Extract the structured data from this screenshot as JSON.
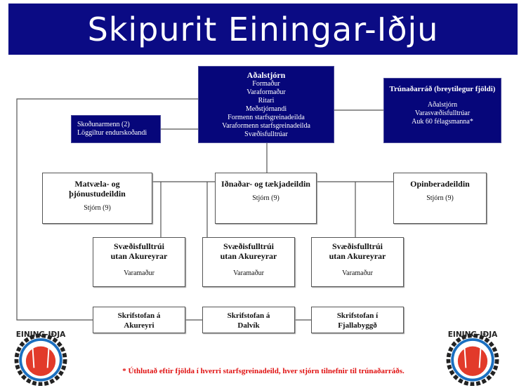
{
  "title": "Skipurit Einingar-Iðju",
  "adalstjorn": {
    "title": "Aðalstjórn",
    "items": [
      "Formaður",
      "Varaformaður",
      "Ritari",
      "Meðstjórnandi",
      "Formenn starfsgreinadeilda",
      "Varaformenn starfsgreinadeilda",
      "Svæðisfulltrúar"
    ]
  },
  "trunadarrad": {
    "title": "Trúnaðarráð (breytilegur fjöldi)",
    "items": [
      "Aðalstjórn",
      "Varasvæðisfulltrúar",
      "Auk 60 félagsmanna*"
    ]
  },
  "skodun": {
    "items": [
      "Skoðunarmenn (2)",
      "Löggiltur endurskoðandi"
    ]
  },
  "deildir": [
    {
      "title1": "Matvæla- og",
      "title2": "þjónustudeildin",
      "sub": "Stjórn (9)"
    },
    {
      "title1": "Iðnaðar- og tækjadeildin",
      "sub": "Stjórn (9)"
    },
    {
      "title1": "Opinberadeildin",
      "sub": "Stjórn (9)"
    }
  ],
  "svaedis": [
    {
      "title1": "Svæðisfulltrúi",
      "title2": "utan Akureyrar",
      "sub": "Varamaður"
    },
    {
      "title1": "Svæðisfulltrúi",
      "title2": "utan Akureyrar",
      "sub": "Varamaður"
    },
    {
      "title1": "Svæðisfulltrúi",
      "title2": "utan Akureyrar",
      "sub": "Varamaður"
    }
  ],
  "skrifstofur": [
    {
      "l1": "Skrifstofan á",
      "l2": "Akureyri"
    },
    {
      "l1": "Skrifstofan á",
      "l2": "Dalvík"
    },
    {
      "l1": "Skrifstofan í",
      "l2": "Fjallabyggð"
    }
  ],
  "footnote": "* Úthlutað eftir fjölda í hverri starfsgreinadeild, hver stjórn tilnefnir til trúnaðarráðs.",
  "logo_text": "EINING-IÐJA",
  "colors": {
    "navy": "#06067a",
    "footnote": "#e01010"
  }
}
